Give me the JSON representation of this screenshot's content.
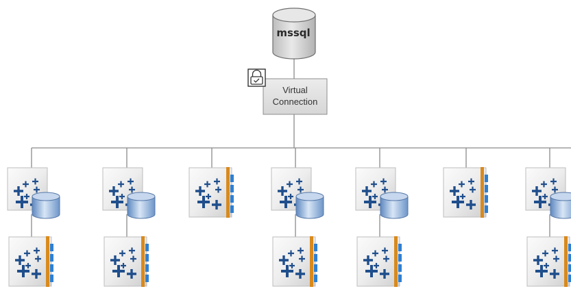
{
  "diagram": {
    "database": {
      "label": "mssql",
      "icon": "database-cylinder-icon"
    },
    "virtual_connection": {
      "line1": "Virtual",
      "line2": "Connection",
      "lock_icon": "lock-check-icon"
    },
    "columns": [
      {
        "top": "published-data-source-icon",
        "bottom": "workbook-icon"
      },
      {
        "top": "published-data-source-icon",
        "bottom": "workbook-icon"
      },
      {
        "top": "workbook-icon",
        "bottom": null
      },
      {
        "top": "published-data-source-icon",
        "bottom": "workbook-icon"
      },
      {
        "top": "published-data-source-icon",
        "bottom": "workbook-icon"
      },
      {
        "top": "workbook-icon",
        "bottom": null
      },
      {
        "top": "published-data-source-icon",
        "bottom": "workbook-icon"
      }
    ],
    "colors": {
      "line": "#8a8a8a",
      "tile_light": "#f4f4f4",
      "tile_dark": "#c9c9c9",
      "plus_blue": "#1f4e8c",
      "bar_orange": "#d98a1c",
      "tab_blue": "#2f7fd0",
      "cylinder": "#7fa7d6"
    }
  }
}
